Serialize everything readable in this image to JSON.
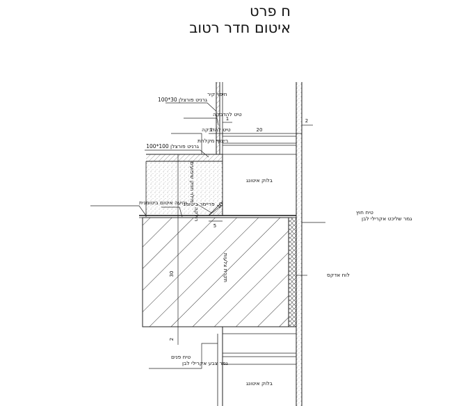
{
  "title": {
    "line1": "ח פרט",
    "line2": "איטום חדר רטוב"
  },
  "labels": {
    "wall_cladding": "חיפוי קיר",
    "wall_cladding_spec": "גרניט פורצלן 30*100",
    "tile_adhesive_top": "טיט להדבקה",
    "tile_adhesive_floor": "טיט להדבקה",
    "floor_covering": "ריצוף מקלחת",
    "floor_covering_spec": "גרניט פורצלן 100*100",
    "block_upper": "בלוק איטונג",
    "block_lower": "בלוק איטונג",
    "slope_fill": "מילוי חוזק שיפועים",
    "bitumen_sheet": "יריעה איטום ביטומנית",
    "bitumen_primer": "פריימר ביטומני",
    "fillet": "רולקה",
    "render": "טיח חוץ",
    "render_finish": "גמר שליכט אקרילי לבן",
    "ribbed_slab": "תקרת צלעות",
    "adex_board": "לוח אדקס",
    "plaster_inside": "טיח פנים",
    "plaster_finish": "גמר צבע אקרילי לבן"
  },
  "dimensions": {
    "d1a": "1",
    "d1b": "1",
    "d20": "20",
    "d2_top": "2",
    "d30": "30",
    "d2_bottom": "2",
    "d5": "5",
    "d10": "10"
  }
}
